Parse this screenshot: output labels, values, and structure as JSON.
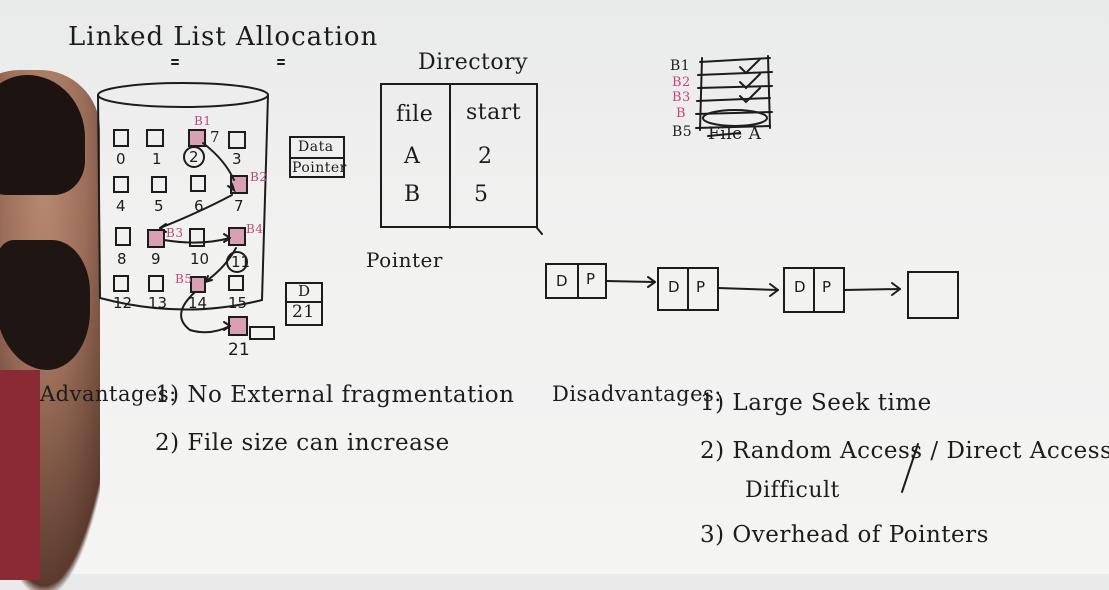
{
  "title": "Linked List Allocation",
  "directory": {
    "title": "Directory",
    "headers": [
      "file",
      "start"
    ],
    "rows": [
      {
        "file": "A",
        "start": "2"
      },
      {
        "file": "B",
        "start": "5"
      }
    ]
  },
  "disk_block_numbers": [
    "0",
    "1",
    "2",
    "3",
    "4",
    "5",
    "6",
    "7",
    "8",
    "9",
    "10",
    "11",
    "12",
    "13",
    "14",
    "15",
    "21"
  ],
  "disk_block_markers": {
    "b1": "B1",
    "b2": "B2",
    "b3": "B3",
    "b4": "B4",
    "b5": "B5",
    "seven": "7"
  },
  "block_legend": {
    "data": "Data",
    "pointer": "Pointer"
  },
  "side_block": {
    "top": "D",
    "bottom": "21"
  },
  "stack_labels": [
    "B1",
    "B2",
    "B3",
    "B",
    "B5"
  ],
  "stack_caption": "File A",
  "pointer_label": "Pointer",
  "linked_nodes": [
    {
      "d": "D",
      "p": "P"
    },
    {
      "d": "D",
      "p": "P"
    },
    {
      "d": "D",
      "p": "P"
    }
  ],
  "advantages": {
    "heading": "Advantages:",
    "items": [
      "1) No External fragmentation",
      "2) File size can increase"
    ]
  },
  "disadvantages": {
    "heading": "Disadvantages:",
    "items": [
      "1) Large Seek time",
      "2) Random Access / Direct Access",
      "Difficult",
      "3) Overhead of Pointers"
    ]
  }
}
